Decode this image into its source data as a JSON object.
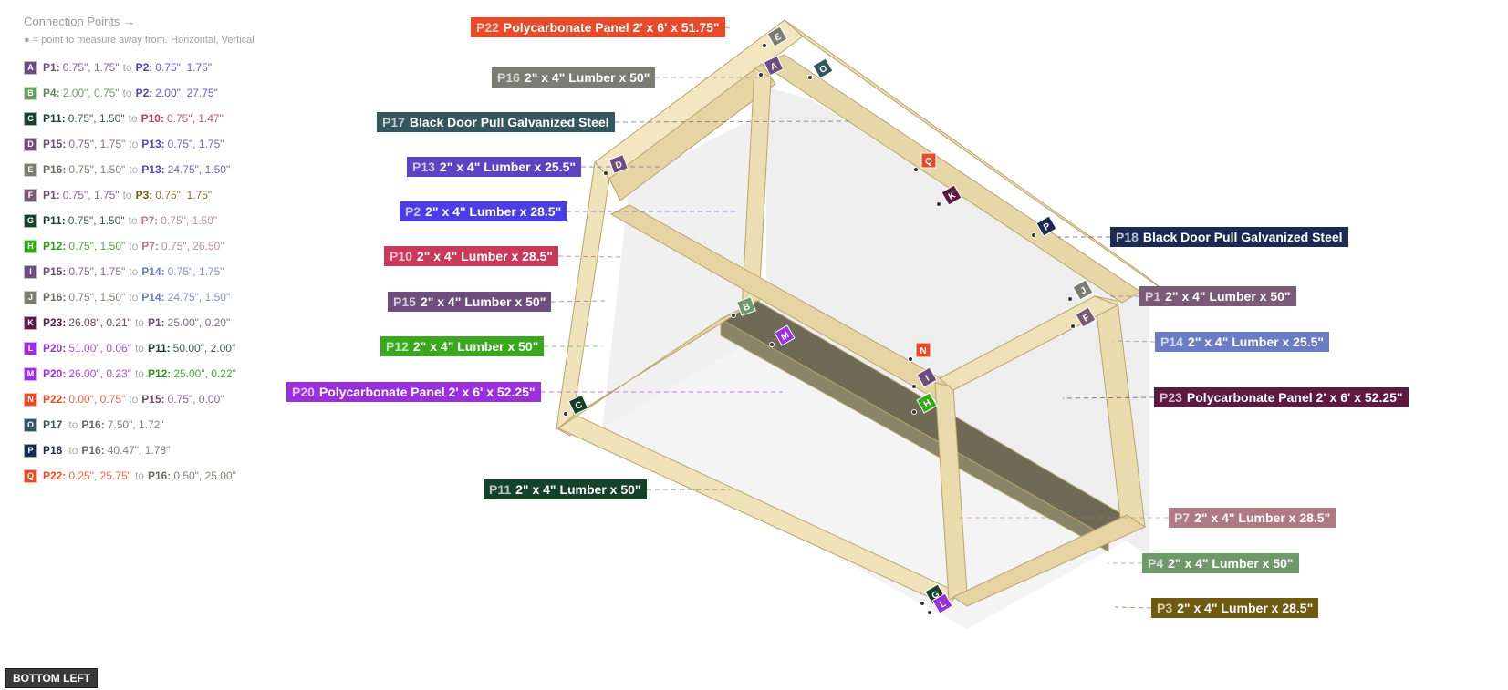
{
  "panel": {
    "title": "Connection Points →",
    "note": "● = point to measure away from. Horizontal, Vertical"
  },
  "connections": [
    {
      "letter": "A",
      "color": "#6e4c7d",
      "p1": "P1:",
      "v1": "0.75\", 1.75\"",
      "c1": "#6e4c7d",
      "to": "to",
      "p2": "P2:",
      "v2": "0.75\", 1.75\"",
      "c2": "#4c3ec9"
    },
    {
      "letter": "B",
      "color": "#6e9a6a",
      "p1": "P4:",
      "v1": "2.00\", 0.75\"",
      "c1": "#5a8a58",
      "to": "to",
      "p2": "P2:",
      "v2": "2.00\", 27.75\"",
      "c2": "#4c3ec9"
    },
    {
      "letter": "C",
      "color": "#15432a",
      "p1": "P11:",
      "v1": "0.75\", 1.50\"",
      "c1": "#15432a",
      "to": "to",
      "p2": "P10:",
      "v2": "0.75\", 1.47\"",
      "c2": "#c0395a"
    },
    {
      "letter": "D",
      "color": "#6e4c7d",
      "p1": "P15:",
      "v1": "0.75\", 1.75\"",
      "c1": "#6e4c7d",
      "to": "to",
      "p2": "P13:",
      "v2": "0.75\", 1.75\"",
      "c2": "#5a44c2"
    },
    {
      "letter": "E",
      "color": "#7b7d72",
      "p1": "P16:",
      "v1": "0.75\", 1.50\"",
      "c1": "#6a6c62",
      "to": "to",
      "p2": "P13:",
      "v2": "24.75\", 1.50\"",
      "c2": "#5a44c2"
    },
    {
      "letter": "F",
      "color": "#7a5a76",
      "p1": "P1:",
      "v1": "0.75\", 1.75\"",
      "c1": "#6e4c7d",
      "to": "to",
      "p2": "P3:",
      "v2": "0.75\", 1.75\"",
      "c2": "#6e5a10"
    },
    {
      "letter": "G",
      "color": "#15432a",
      "p1": "P11:",
      "v1": "0.75\", 1.50\"",
      "c1": "#15432a",
      "to": "to",
      "p2": "P7:",
      "v2": "0.75\", 1.50\"",
      "c2": "#b07a82"
    },
    {
      "letter": "H",
      "color": "#3aa81e",
      "p1": "P12:",
      "v1": "0.75\", 1.50\"",
      "c1": "#2f9a18",
      "to": "to",
      "p2": "P7:",
      "v2": "0.75\", 26.50\"",
      "c2": "#b07a82"
    },
    {
      "letter": "I",
      "color": "#6e4c7d",
      "p1": "P15:",
      "v1": "0.75\", 1.75\"",
      "c1": "#6e4c7d",
      "to": "to",
      "p2": "P14:",
      "v2": "0.75\", 1.75\"",
      "c2": "#6a7dc4"
    },
    {
      "letter": "J",
      "color": "#7b7d72",
      "p1": "P16:",
      "v1": "0.75\", 1.50\"",
      "c1": "#6a6c62",
      "to": "to",
      "p2": "P14:",
      "v2": "24.75\", 1.50\"",
      "c2": "#6a7dc4"
    },
    {
      "letter": "K",
      "color": "#5a1a42",
      "p1": "P23:",
      "v1": "26.08\", 0.21\"",
      "c1": "#5a1a42",
      "to": "to",
      "p2": "P1:",
      "v2": "25.00\", 0.20\"",
      "c2": "#6e4c7d"
    },
    {
      "letter": "L",
      "color": "#9b2fe0",
      "p1": "P20:",
      "v1": "51.00\", 0.06\"",
      "c1": "#9b2fe0",
      "to": "to",
      "p2": "P11:",
      "v2": "50.00\", 2.00\"",
      "c2": "#15432a"
    },
    {
      "letter": "M",
      "color": "#9b2fe0",
      "p1": "P20:",
      "v1": "26.00\", 0.23\"",
      "c1": "#9b2fe0",
      "to": "to",
      "p2": "P12:",
      "v2": "25.00\", 0.22\"",
      "c2": "#2f9a18"
    },
    {
      "letter": "N",
      "color": "#e84a2a",
      "p1": "P22:",
      "v1": "0.00\", 0.75\"",
      "c1": "#e84a2a",
      "to": "to",
      "p2": "P15:",
      "v2": "0.75\", 0.00\"",
      "c2": "#6e4c7d"
    },
    {
      "letter": "O",
      "color": "#33575e",
      "p1": "P17",
      "v1": "",
      "c1": "#33575e",
      "to": "to",
      "p2": "P16:",
      "v2": "7.50\", 1.72\"",
      "c2": "#6a6c62"
    },
    {
      "letter": "P",
      "color": "#1a2a52",
      "p1": "P18",
      "v1": "",
      "c1": "#1a2a52",
      "to": "to",
      "p2": "P16:",
      "v2": "40.47\", 1.78\"",
      "c2": "#6a6c62"
    },
    {
      "letter": "Q",
      "color": "#e84a2a",
      "p1": "P22:",
      "v1": "0.25\", 25.75\"",
      "c1": "#e84a2a",
      "to": "to",
      "p2": "P16:",
      "v2": "0.50\", 25.00\"",
      "c2": "#6a6c62"
    }
  ],
  "parts": [
    {
      "key": "p22",
      "id": "P22",
      "name": "Polycarbonate Panel 2' x 6'  x 51.75\"",
      "color": "#e84a2a"
    },
    {
      "key": "p16",
      "id": "P16",
      "name": "2\" x 4\" Lumber  x 50\"",
      "color": "#7b7d72"
    },
    {
      "key": "p17",
      "id": "P17",
      "name": "Black Door Pull Galvanized Steel",
      "color": "#33575e"
    },
    {
      "key": "p13",
      "id": "P13",
      "name": "2\" x 4\" Lumber  x 25.5\"",
      "color": "#5a44c2"
    },
    {
      "key": "p2",
      "id": "P2",
      "name": "2\" x 4\" Lumber  x 28.5\"",
      "color": "#4c3ee6"
    },
    {
      "key": "p10",
      "id": "P10",
      "name": "2\" x 4\" Lumber  x 28.5\"",
      "color": "#c8395a"
    },
    {
      "key": "p15",
      "id": "P15",
      "name": "2\" x 4\" Lumber  x 50\"",
      "color": "#6e4c7d"
    },
    {
      "key": "p12",
      "id": "P12",
      "name": "2\" x 4\" Lumber  x 50\"",
      "color": "#3aa81e"
    },
    {
      "key": "p20",
      "id": "P20",
      "name": "Polycarbonate Panel 2' x 6'  x 52.25\"",
      "color": "#9b2fe0"
    },
    {
      "key": "p11",
      "id": "P11",
      "name": "2\" x 4\" Lumber  x 50\"",
      "color": "#15432a"
    },
    {
      "key": "p18",
      "id": "P18",
      "name": "Black Door Pull Galvanized Steel",
      "color": "#1a2a52"
    },
    {
      "key": "p1",
      "id": "P1",
      "name": "2\" x 4\" Lumber  x 50\"",
      "color": "#7a5a76"
    },
    {
      "key": "p14",
      "id": "P14",
      "name": "2\" x 4\" Lumber  x 25.5\"",
      "color": "#6a7dc4"
    },
    {
      "key": "p23",
      "id": "P23",
      "name": "Polycarbonate Panel 2' x 6'  x 52.25\"",
      "color": "#5a1a42"
    },
    {
      "key": "p7",
      "id": "P7",
      "name": "2\" x 4\" Lumber  x 28.5\"",
      "color": "#b07a82"
    },
    {
      "key": "p4",
      "id": "P4",
      "name": "2\" x 4\" Lumber  x 50\"",
      "color": "#6e9a6a"
    },
    {
      "key": "p3",
      "id": "P3",
      "name": "2\" x 4\" Lumber  x 28.5\"",
      "color": "#6e5a10"
    }
  ],
  "markers": [
    {
      "letter": "E",
      "color": "#7b7d72"
    },
    {
      "letter": "A",
      "color": "#6e4c7d"
    },
    {
      "letter": "O",
      "color": "#33575e"
    },
    {
      "letter": "D",
      "color": "#6e4c7d"
    },
    {
      "letter": "Q",
      "color": "#e84a2a"
    },
    {
      "letter": "K",
      "color": "#5a1a42"
    },
    {
      "letter": "P",
      "color": "#1a2a52"
    },
    {
      "letter": "J",
      "color": "#7b7d72"
    },
    {
      "letter": "F",
      "color": "#7a5a76"
    },
    {
      "letter": "B",
      "color": "#6e9a6a"
    },
    {
      "letter": "M",
      "color": "#9b2fe0"
    },
    {
      "letter": "N",
      "color": "#e84a2a"
    },
    {
      "letter": "I",
      "color": "#6e4c7d"
    },
    {
      "letter": "H",
      "color": "#3aa81e"
    },
    {
      "letter": "C",
      "color": "#15432a"
    },
    {
      "letter": "G",
      "color": "#15432a"
    },
    {
      "letter": "L",
      "color": "#9b2fe0"
    }
  ],
  "wood": {
    "light": "#f3e7c2",
    "mid": "#e6d5a3",
    "dark": "#c9b57e",
    "edge": "#b9a46c"
  },
  "bottom_button": "BOTTOM LEFT"
}
